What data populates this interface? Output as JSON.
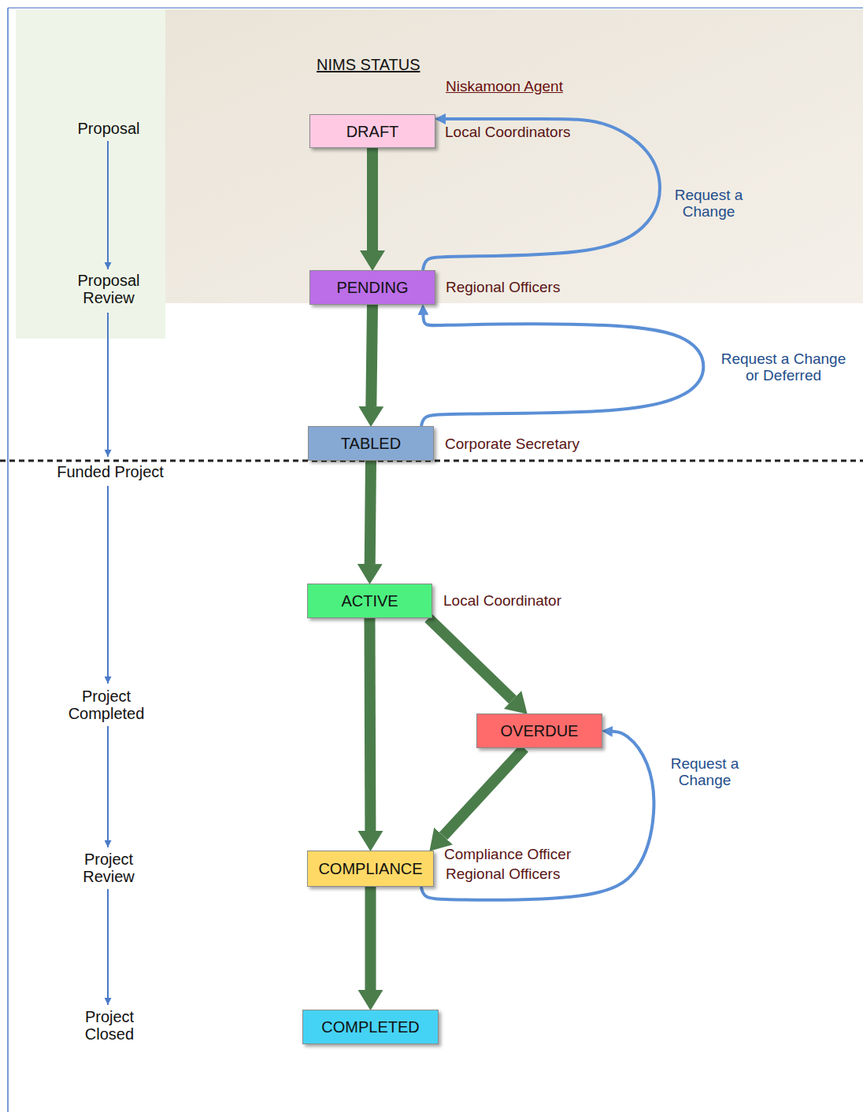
{
  "diagram": {
    "title": "NIMS STATUS",
    "nodes": [
      {
        "text": [
          "DRAFT"
        ]
      },
      {
        "text": [
          "PENDING"
        ]
      },
      {
        "text": [
          "TABLED"
        ]
      },
      {
        "text": [
          "ACTIVE"
        ]
      },
      {
        "text": [
          "OVERDUE"
        ]
      },
      {
        "text": [
          "COMPLIANCE"
        ]
      },
      {
        "text": [
          "COMPLETED"
        ]
      }
    ],
    "edges": [
      {
        "from": 0,
        "to": 1,
        "arrow": "to"
      },
      {
        "from": 1,
        "to": 2,
        "arrow": "to"
      },
      {
        "from": 2,
        "to": 3,
        "arrow": "to"
      },
      {
        "from": 3,
        "to": 5,
        "arrow": "to"
      },
      {
        "from": 3,
        "to": 4,
        "arrow": "to"
      },
      {
        "from": 4,
        "to": 5,
        "arrow": "to"
      },
      {
        "from": 5,
        "to": 6,
        "arrow": "to"
      },
      {
        "from": 1,
        "to": 0,
        "label": "Request a Change",
        "arrow": "to"
      },
      {
        "from": 2,
        "to": 1,
        "label": "Request a Change or Deferred",
        "arrow": "to"
      },
      {
        "from": 5,
        "to": 4,
        "label": "Request a Change",
        "arrow": "to"
      }
    ],
    "labels": [
      "Niskamoon Agent",
      "Local Coordinators",
      "Regional Officers",
      "Corporate Secretary",
      "Local Coordinator",
      "Compliance Officer",
      "Regional Officers",
      "Proposal",
      "Proposal Review",
      "Funded Project",
      "Project Completed",
      "Project Review",
      "Project Closed"
    ]
  }
}
